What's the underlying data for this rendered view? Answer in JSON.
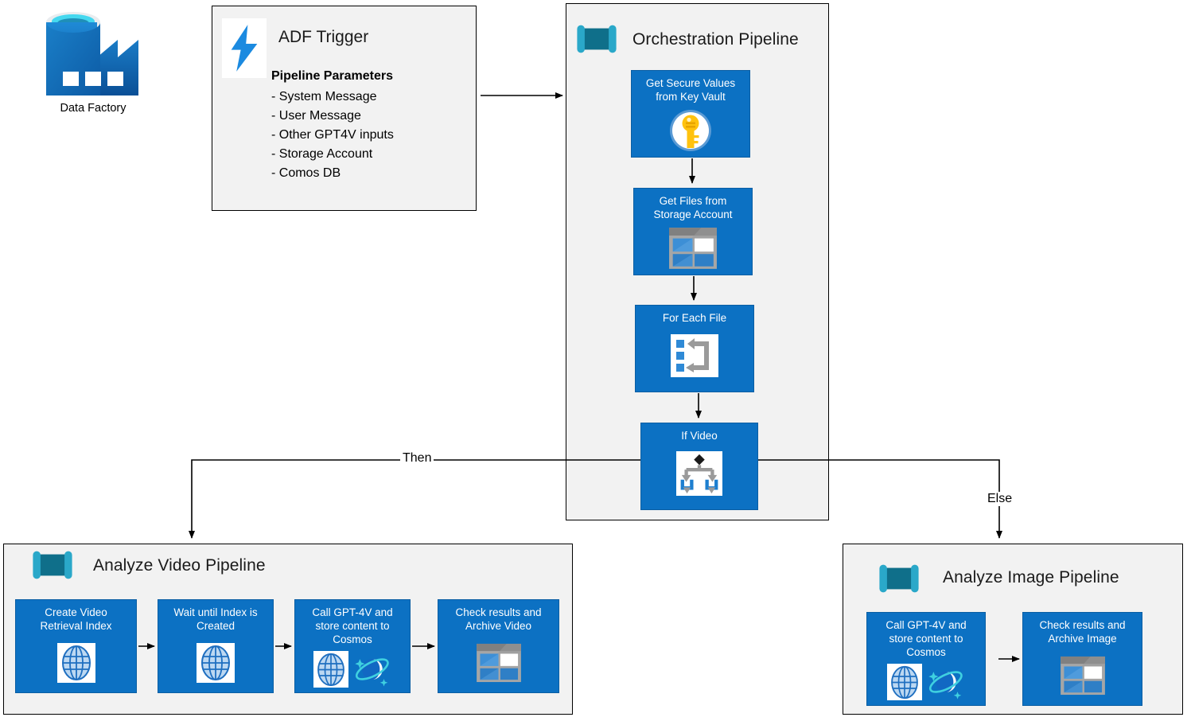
{
  "diagram": {
    "title": "Azure Data Factory GPT-4V media analysis orchestration",
    "colors": {
      "activity_blue": "#0c71c3",
      "group_fill": "#f2f2f2",
      "group_border": "#000000",
      "pipeline_icon_dark": "#10728c",
      "pipeline_icon_light": "#29a8c8",
      "key_gold": "#ffc20e",
      "cosmos_blue": "#0f6cbd",
      "cosmos_ring": "#3fd0e0",
      "text_white": "#ffffff"
    }
  },
  "data_factory": {
    "icon": "data-factory-icon",
    "label": "Data Factory"
  },
  "adf_trigger": {
    "icon": "lightning-bolt-icon",
    "title": "ADF Trigger",
    "parameters_heading": "Pipeline Parameters",
    "parameters": [
      "- System Message",
      "- User Message",
      "- Other GPT4V inputs",
      "- Storage Account",
      "- Comos DB"
    ]
  },
  "orchestration_pipeline": {
    "icon": "pipeline-icon",
    "title": "Orchestration Pipeline",
    "activities": [
      {
        "label": "Get Secure Values\nfrom Key Vault",
        "line1": "Get Secure Values",
        "line2": "from Key Vault",
        "icon": "key-vault-icon"
      },
      {
        "label": "Get Files from\nStorage Account",
        "line1": "Get Files from",
        "line2": "Storage Account",
        "icon": "storage-account-icon"
      },
      {
        "label": "For Each File",
        "line1": "For Each File",
        "line2": "",
        "icon": "foreach-loop-icon"
      },
      {
        "label": "If Video",
        "line1": "If Video",
        "line2": "",
        "icon": "if-condition-icon"
      }
    ]
  },
  "analyze_video_pipeline": {
    "icon": "pipeline-icon",
    "title": "Analyze Video Pipeline",
    "activities": [
      {
        "line1": "Create Video",
        "line2": "Retrieval Index",
        "line3": "",
        "icons": [
          "globe-icon"
        ]
      },
      {
        "line1": "Wait until Index is",
        "line2": "Created",
        "line3": "",
        "icons": [
          "globe-icon"
        ]
      },
      {
        "line1": "Call GPT-4V and",
        "line2": "store content to",
        "line3": "Cosmos",
        "icons": [
          "globe-icon",
          "cosmos-db-icon"
        ]
      },
      {
        "line1": "Check results and",
        "line2": "Archive Video",
        "line3": "",
        "icons": [
          "storage-account-icon"
        ]
      }
    ]
  },
  "analyze_image_pipeline": {
    "icon": "pipeline-icon",
    "title": "Analyze Image Pipeline",
    "activities": [
      {
        "line1": "Call GPT-4V and",
        "line2": "store content to",
        "line3": "Cosmos",
        "icons": [
          "globe-icon",
          "cosmos-db-icon"
        ]
      },
      {
        "line1": "Check results and",
        "line2": "Archive Image",
        "line3": "",
        "icons": [
          "storage-account-icon"
        ]
      }
    ]
  },
  "edges": {
    "then_label": "Then",
    "else_label": "Else"
  }
}
